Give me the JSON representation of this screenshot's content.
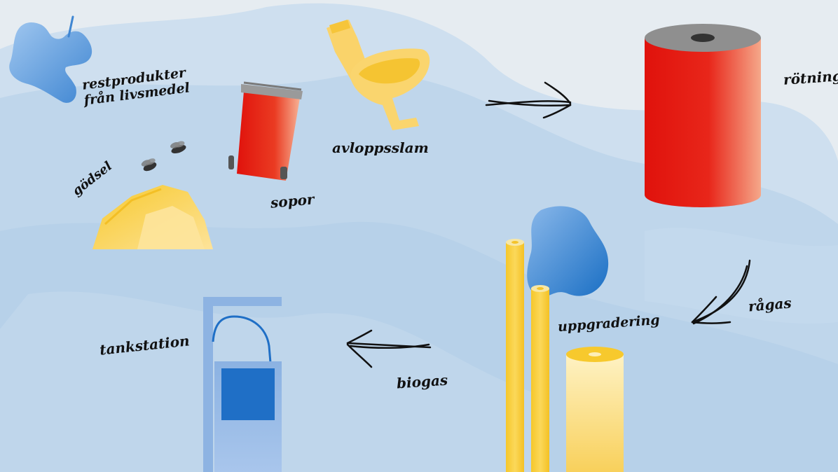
{
  "diagram": {
    "labels": {
      "food_line1": "restprodukter",
      "food_line2": "från livsmedel",
      "manure": "gödsel",
      "waste": "sopor",
      "sewage": "avloppsslam",
      "digestion": "rötning",
      "raw_gas": "rågas",
      "upgrading": "uppgradering",
      "biogas": "biogas",
      "station": "tankstation"
    },
    "icons": [
      "apple-core-icon",
      "flies-icon",
      "manure-pile-icon",
      "waste-bin-icon",
      "toilet-icon",
      "digester-tank-icon",
      "upgrading-plant-icon",
      "fuel-station-icon"
    ],
    "arrows": [
      "inputs-to-digestion",
      "digestion-to-upgrading",
      "upgrading-to-station"
    ],
    "colors": {
      "background": "#e6ecf1",
      "water": "#b7d3ea",
      "red": "#e3160f",
      "yellow": "#f8cf3a",
      "pale_yellow": "#fde6a3",
      "blue": "#2f7cc8",
      "light_blue": "#8fb6e4"
    }
  }
}
